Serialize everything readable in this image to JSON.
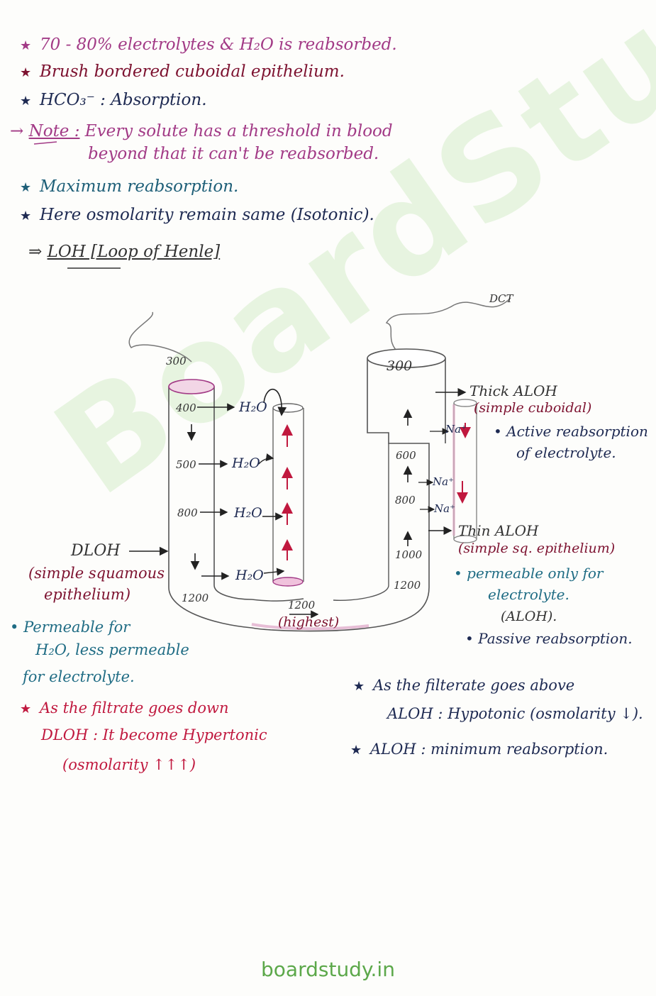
{
  "top_notes": {
    "l1": "70 - 80% electrolytes & H₂O is reabsorbed.",
    "l2": "Brush bordered cuboidal epithelium.",
    "l3": "HCO₃⁻ : Absorption.",
    "note_label": "Note :",
    "note_l1": "Every solute has a threshold in blood",
    "note_l2": "beyond that it can't be reabsorbed.",
    "l4": "Maximum reabsorption.",
    "l5": "Here osmolarity remain same (Isotonic).",
    "loh": "LOH [Loop of Henle]"
  },
  "diagram": {
    "desc_300": "300",
    "asc_300": "300",
    "dct": "DCT",
    "v400": "400",
    "v500": "500",
    "v800": "800",
    "v1200_left": "1200",
    "v1200_bottom": "1200",
    "highest": "(highest)",
    "v600": "600",
    "v800_right": "800",
    "v1000": "1000",
    "v1200_right": "1200",
    "h2o": "H₂O",
    "na": "Na⁺"
  },
  "dloh": {
    "label": "DLOH",
    "epi1": "(simple squamous",
    "epi2": "epithelium)",
    "perm1": "Permeable for",
    "perm2": "H₂O, less permeable",
    "perm3": "for electrolyte.",
    "star1": "As the filtrate goes down",
    "star2": "DLOH : It become Hypertonic",
    "star3": "(osmolarity ↑↑↑)"
  },
  "thick_aloh": {
    "label": "Thick ALOH",
    "epi": "(simple cuboidal)",
    "b1": "Active reabsorption",
    "b2": "of electrolyte."
  },
  "thin_aloh": {
    "label": "Thin ALOH",
    "epi": "(simple sq. epithelium)",
    "p1": "permeable only for",
    "p2": "electrolyte.",
    "p3": "(ALOH).",
    "p4": "Passive reabsorption."
  },
  "bottom_notes": {
    "s1": "As the filterate goes above",
    "s2": "ALOH : Hypotonic (osmolarity ↓).",
    "s3": "ALOH : minimum reabsorption."
  },
  "watermark": "BoardStudy",
  "footer": "boardstudy.in",
  "colors": {
    "pink": "#a23a86",
    "maroon": "#7d1230",
    "teal": "#1e5f78",
    "red": "#c0183e"
  }
}
